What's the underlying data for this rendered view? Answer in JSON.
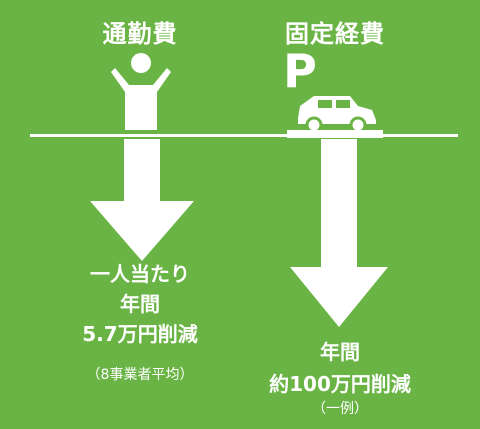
{
  "left": {
    "heading": "通勤費",
    "line1": "一人当たり",
    "line2": "年間",
    "line3": "5.7万円削減",
    "note": "（8事業者平均）"
  },
  "right": {
    "heading": "固定経費",
    "parking_letter": "P",
    "line1": "年間",
    "line2": "約100万円削減",
    "note": "（一例）"
  },
  "colors": {
    "background": "#6ab445",
    "foreground": "#ffffff"
  },
  "icons": {
    "left": "person-icon",
    "right_sign": "parking-sign-icon",
    "right_vehicle": "car-icon"
  }
}
